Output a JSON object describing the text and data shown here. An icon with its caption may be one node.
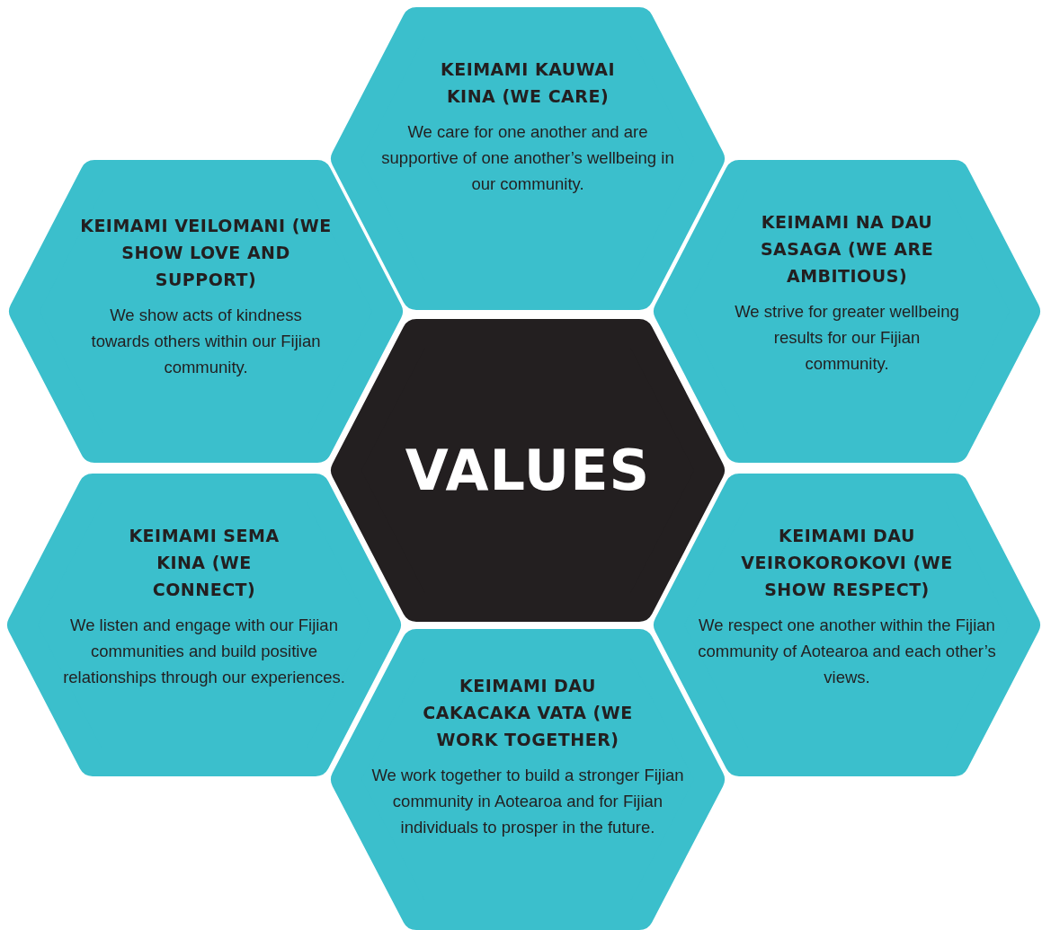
{
  "diagram": {
    "nodes": [
      {
        "text": [
          "KEIMAMI KAUWAI KINA (WE CARE)",
          "We care for one another and are supportive of one another’s wellbeing in our community."
        ]
      },
      {
        "text": [
          "KEIMAMI VEILOMANI (WE SHOW LOVE AND SUPPORT)",
          "We show acts of kindness towards others within our Fijian community."
        ]
      },
      {
        "text": [
          "KEIMAMI NA DAU SASAGA (WE ARE AMBITIOUS)",
          "We strive for greater wellbeing results for our Fijian community."
        ]
      },
      {
        "text": [
          "VALUES"
        ]
      },
      {
        "text": [
          "KEIMAMI SEMA KINA (WE CONNECT)",
          "We listen and engage with our Fijian communities and build positive relationships through our experiences."
        ]
      },
      {
        "text": [
          "KEIMAMI DAU VEIROKOROKOVI (WE SHOW RESPECT)",
          "We respect one another within the Fijian community of Aotearoa and each other’s views."
        ]
      },
      {
        "text": [
          "KEIMAMI DAU CAKACAKA VATA (WE WORK TOGETHER)",
          "We work together to build a stronger Fijian community in Aotearoa and for Fijian individuals to prosper in the future."
        ]
      }
    ]
  }
}
